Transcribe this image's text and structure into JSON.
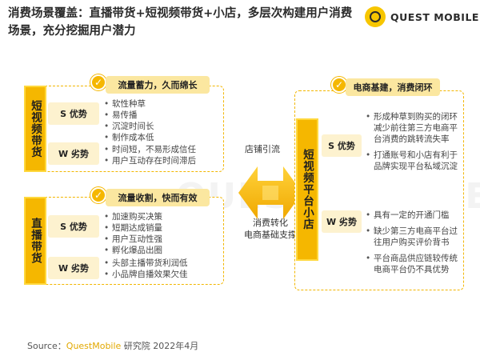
{
  "title": "消费场景覆盖：直播带货+短视频带货+小店，多层次构建用户消费场景，充分挖掘用户潜力",
  "logo": {
    "text": "QUEST MOBILE",
    "icon": "quest-mobile-logo-icon"
  },
  "watermark": "QUEST MOBILE",
  "colors": {
    "accent": "#f5b700",
    "light": "#fbe7a0",
    "badge": "#fdf2cf",
    "border": "#f2b600"
  },
  "short_video": {
    "tag": "短视频带货",
    "section_title": "流量蓄力，久而绵长",
    "s_label": "S 优势",
    "s_items": [
      "软性种草",
      "易传播",
      "沉淀时间长",
      "制作成本低"
    ],
    "w_label": "W 劣势",
    "w_items": [
      "时间短，不易形成信任",
      "用户互动存在时间滞后"
    ]
  },
  "live": {
    "tag": "直播带货",
    "section_title": "流量收割，快而有效",
    "s_label": "S 优势",
    "s_items": [
      "加速购买决策",
      "短期达成销量",
      "用户互动性强",
      "孵化爆品出圈"
    ],
    "w_label": "W 劣势",
    "w_items": [
      "头部主播带货利润低",
      "小品牌自播效果欠佳"
    ]
  },
  "center": {
    "top_label": "店铺引流",
    "bottom_line1": "消费转化",
    "bottom_line2": "电商基础支撑"
  },
  "platform": {
    "tag": "短视频平台小店",
    "section_title": "电商基建，消费闭环",
    "s_label": "S 优势",
    "s_items": [
      "形成种草到购买的闭环减少前往第三方电商平台消费的跳转流失率",
      "打通账号和小店有利于品牌实现平台私域沉淀"
    ],
    "w_label": "W 劣势",
    "w_items": [
      "具有一定的开通门槛",
      "缺少第三方电商平台过往用户购买评价背书",
      "平台商品供应链较传统电商平台仍不具优势"
    ]
  },
  "source": {
    "prefix": "Source：",
    "brand": "QuestMobile",
    "suffix": " 研究院 2022年4月"
  }
}
